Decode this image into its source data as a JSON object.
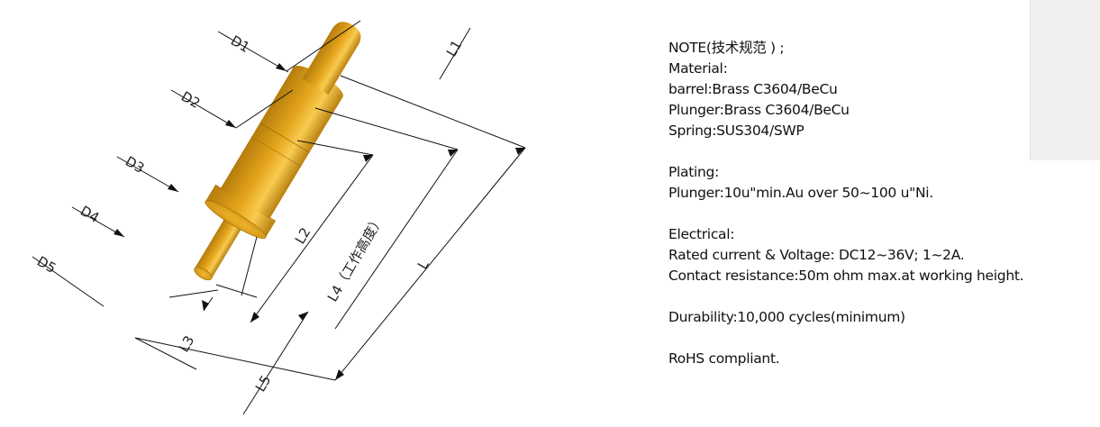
{
  "colors": {
    "pin_base": "#E0A219",
    "pin_light": "#F7C64A",
    "pin_dark": "#B57E0E",
    "line": "#111111",
    "panel": "#F0F0F0"
  },
  "diagram": {
    "labels": {
      "d1": "D1",
      "d2": "D2",
      "d3": "D3",
      "d4": "D4",
      "d5": "D5",
      "l1": "L1",
      "l2": "L2",
      "l3": "L3",
      "l4": "L4（工作高度）",
      "l5": "L5",
      "l": "L"
    }
  },
  "notes": {
    "title": "NOTE(技术规范 ) ;",
    "material_heading": "Material:",
    "barrel": "barrel:Brass C3604/BeCu",
    "plunger_material": "Plunger:Brass C3604/BeCu",
    "spring": "Spring:SUS304/SWP",
    "plating_heading": "Plating:",
    "plating_value": "Plunger:10u\"min.Au over 50~100 u\"Ni.",
    "electrical_heading": "Electrical:",
    "rated": "Rated current & Voltage: DC12~36V; 1~2A.",
    "contact": "Contact resistance:50m ohm max.at working height.",
    "durability": "Durability:10,000 cycles(minimum)",
    "rohs": "RoHS compliant."
  }
}
